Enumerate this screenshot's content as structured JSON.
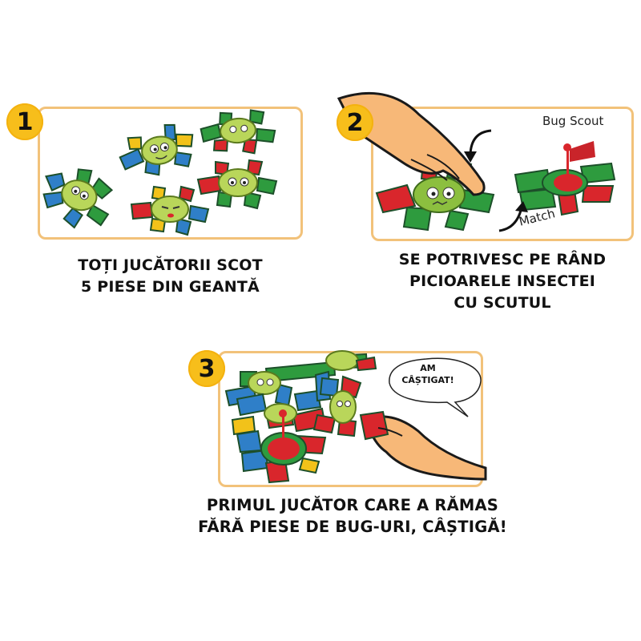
{
  "steps": [
    {
      "number": "1",
      "caption_lines": [
        "TOȚI JUCĂTORII SCOT",
        "5 PIESE DIN GEANTĂ"
      ]
    },
    {
      "number": "2",
      "labels": {
        "bug_scout": "Bug Scout",
        "match": "Match"
      },
      "caption_lines": [
        "SE POTRIVESC PE RÂND",
        "PICIOARELE INSECTEI",
        "CU SCUTUL"
      ]
    },
    {
      "number": "3",
      "speech_bubble": {
        "line1": "AM",
        "line2": "CÂȘTIGAT!"
      },
      "caption_lines": [
        "PRIMUL JUCĂTOR CARE A RĂMAS",
        "FĂRĂ PIESE DE BUG-URI, CÂȘTIGĂ!"
      ]
    }
  ],
  "colors": {
    "badge": "#f7be1b",
    "frame": "#f2c27a",
    "piece_green": "#2e9b3e",
    "piece_blue": "#2f7fc8",
    "piece_red": "#d9262c",
    "piece_yellow": "#f2c21a",
    "bug_face": "#b9d65a",
    "skin": "#f7b878"
  }
}
